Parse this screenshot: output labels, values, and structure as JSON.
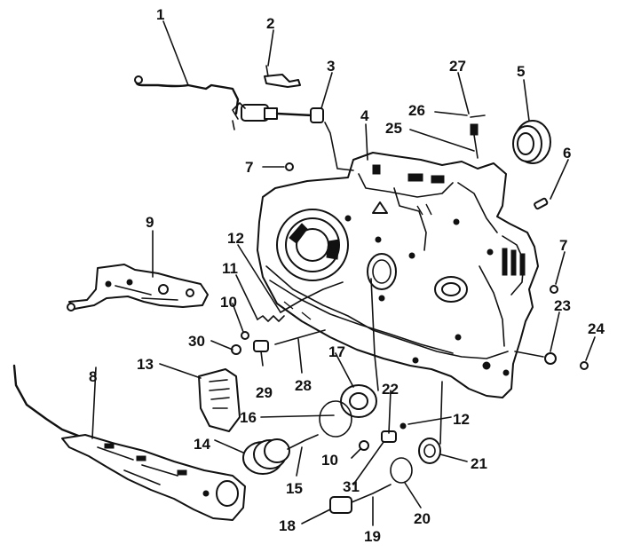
{
  "callouts": [
    {
      "id": "c1",
      "label": "1"
    },
    {
      "id": "c2",
      "label": "2"
    },
    {
      "id": "c3",
      "label": "3"
    },
    {
      "id": "c4",
      "label": "4"
    },
    {
      "id": "c5",
      "label": "5"
    },
    {
      "id": "c6",
      "label": "6"
    },
    {
      "id": "c7a",
      "label": "7"
    },
    {
      "id": "c7b",
      "label": "7"
    },
    {
      "id": "c8",
      "label": "8"
    },
    {
      "id": "c9",
      "label": "9"
    },
    {
      "id": "c10a",
      "label": "10"
    },
    {
      "id": "c10b",
      "label": "10"
    },
    {
      "id": "c11",
      "label": "11"
    },
    {
      "id": "c12a",
      "label": "12"
    },
    {
      "id": "c12b",
      "label": "12"
    },
    {
      "id": "c13",
      "label": "13"
    },
    {
      "id": "c14",
      "label": "14"
    },
    {
      "id": "c15",
      "label": "15"
    },
    {
      "id": "c16",
      "label": "16"
    },
    {
      "id": "c17",
      "label": "17"
    },
    {
      "id": "c18",
      "label": "18"
    },
    {
      "id": "c19",
      "label": "19"
    },
    {
      "id": "c20",
      "label": "20"
    },
    {
      "id": "c21",
      "label": "21"
    },
    {
      "id": "c22",
      "label": "22"
    },
    {
      "id": "c23",
      "label": "23"
    },
    {
      "id": "c24",
      "label": "24"
    },
    {
      "id": "c25",
      "label": "25"
    },
    {
      "id": "c26",
      "label": "26"
    },
    {
      "id": "c27",
      "label": "27"
    },
    {
      "id": "c28",
      "label": "28"
    },
    {
      "id": "c29",
      "label": "29"
    },
    {
      "id": "c30",
      "label": "30"
    },
    {
      "id": "c31",
      "label": "31"
    }
  ]
}
